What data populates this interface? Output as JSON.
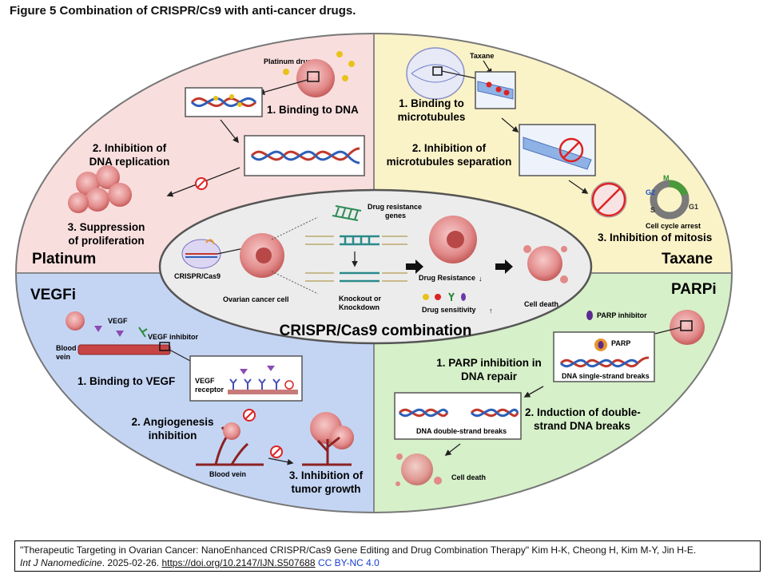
{
  "figure_title": "Figure 5 Combination of CRISPR/Cs9 with anti-cancer drugs.",
  "platinum": {
    "title": "Platinum",
    "drug_label": "Platinum drugs",
    "step1": "1. Binding to DNA",
    "step2_line1": "2. Inhibition of",
    "step2_line2": "DNA replication",
    "step3_line1": "3. Suppression",
    "step3_line2": "of proliferation"
  },
  "taxane": {
    "title": "Taxane",
    "drug_label": "Taxane",
    "step1_line1": "1. Binding to",
    "step1_line2": "microtubules",
    "step2_line1": "2. Inhibition of",
    "step2_line2": "microtubules separation",
    "step3": "3. Inhibition of mitosis",
    "cycle_label": "Cell cycle arrest",
    "phases": [
      "M",
      "G2",
      "S",
      "G1"
    ]
  },
  "vegfi": {
    "title": "VEGFi",
    "vegf_label": "VEGF",
    "inhibitor_label": "VEGF inhibitor",
    "blood_vein_line1": "Blood",
    "blood_vein_line2": "vein",
    "receptor_line1": "VEGF",
    "receptor_line2": "receptor",
    "step1": "1. Binding to VEGF",
    "step2_line1": "2. Angiogenesis",
    "step2_line2": "inhibition",
    "blood_vein": "Blood vein",
    "step3_line1": "3. Inhibition of",
    "step3_line2": "tumor growth"
  },
  "parpi": {
    "title": "PARPi",
    "inhibitor_label": "PARP inhibitor",
    "parp_label": "PARP",
    "ssb_label": "DNA single-strand breaks",
    "step1_line1": "1. PARP inhibition in",
    "step1_line2": "DNA repair",
    "dsb_label": "DNA double-strand breaks",
    "step2_line1": "2. Induction of double-",
    "step2_line2": "strand DNA breaks",
    "cell_death": "Cell death"
  },
  "center": {
    "title": "CRISPR/Cas9 combination",
    "crispr_label": "CRISPR/Cas9",
    "ovarian_label": "Ovarian cancer cell",
    "drug_genes_line1": "Drug resistance",
    "drug_genes_line2": "genes",
    "knockout_line1": "Knockout or",
    "knockout_line2": "Knockdown",
    "drug_resistance": "Drug Resistance",
    "drug_sensitivity": "Drug sensitivity",
    "cell_death": "Cell death"
  },
  "citation": {
    "text": "\"Therapeutic Targeting in Ovarian Cancer: NanoEnhanced CRISPR/Cas9 Gene Editing and Drug Combination Therapy\" Kim H-K, Cheong H, Kim M-Y, Jin H-E.",
    "journal": "Int J Nanomedicine",
    "date": ". 2025-02-26. ",
    "doi": "https://doi.org/10.2147/IJN.S507688",
    "license": "CC BY-NC 4.0"
  }
}
